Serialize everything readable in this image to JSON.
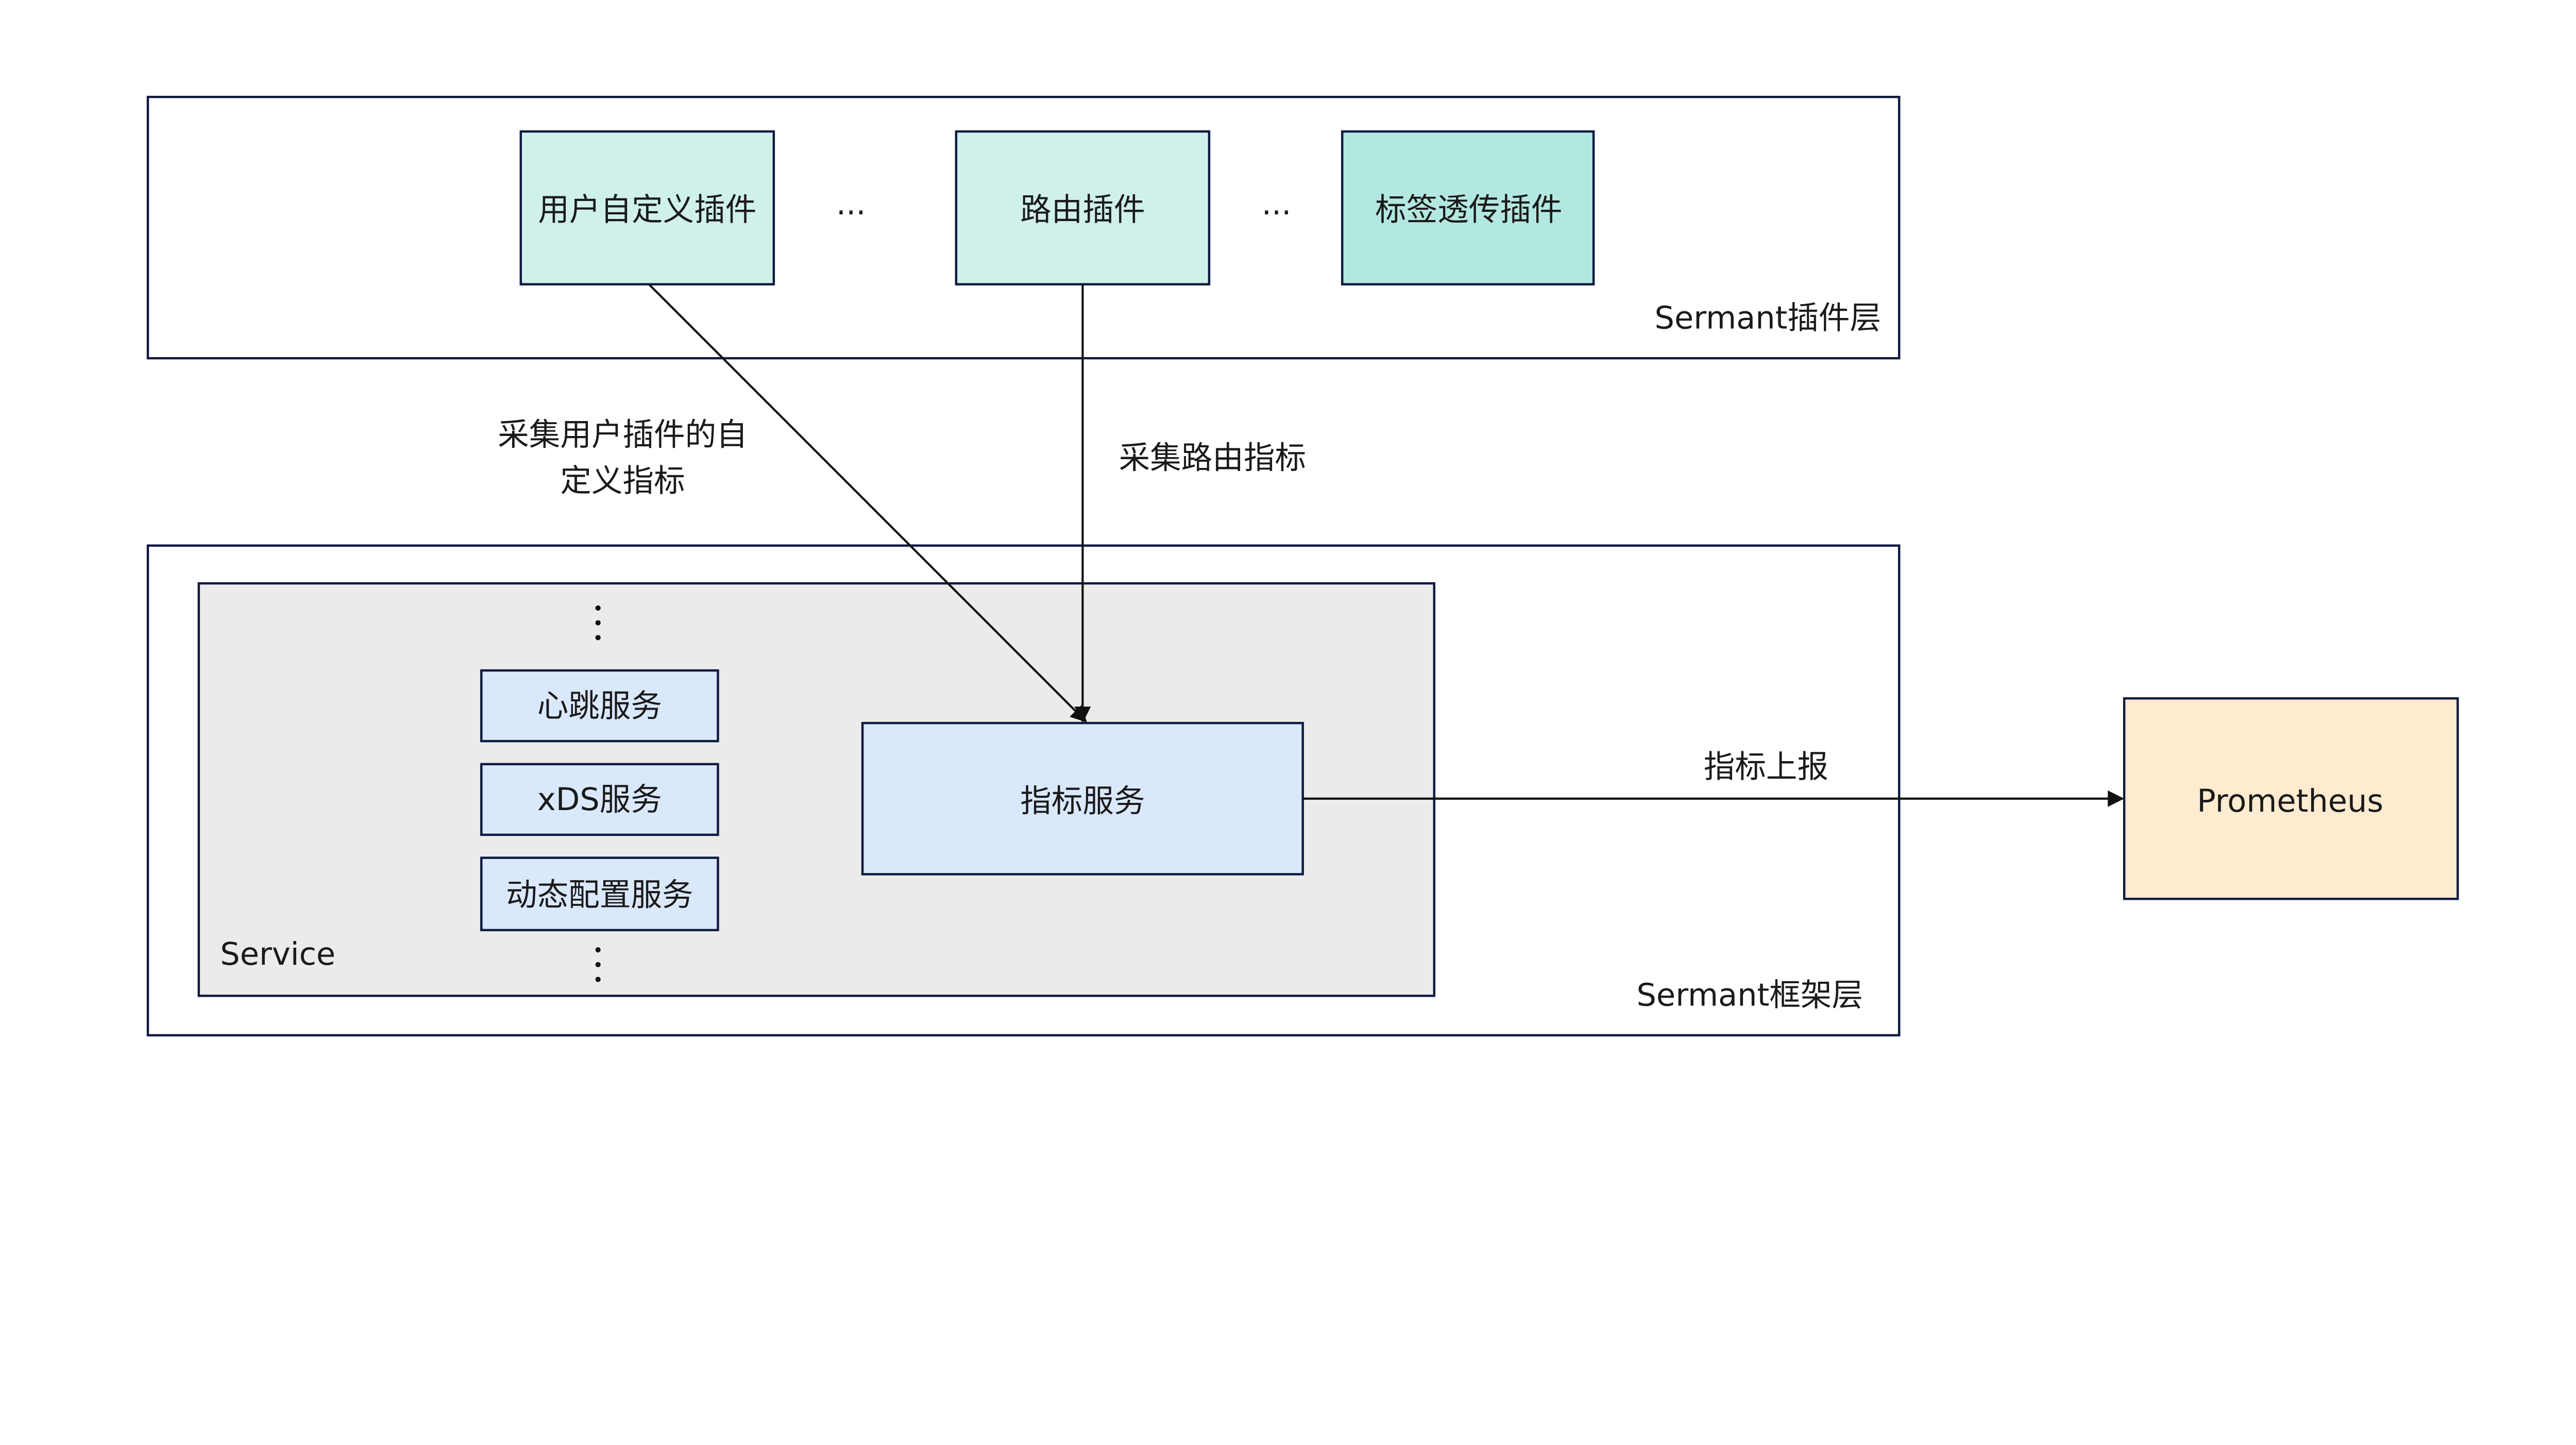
{
  "plugin_layer": {
    "label": "Sermant插件层",
    "plugins": [
      {
        "label": "用户自定义插件",
        "color": "#d0f0ea"
      },
      {
        "label": "路由插件",
        "color": "#d0f0ea"
      },
      {
        "label": "标签透传插件",
        "color": "#b3e8e0"
      }
    ],
    "ellipsis": "···"
  },
  "edges": {
    "custom_metrics_line1": "采集用户插件的自",
    "custom_metrics_line2": "定义指标",
    "route_metrics": "采集路由指标",
    "report": "指标上报"
  },
  "framework_layer": {
    "label": "Sermant框架层",
    "service": {
      "label": "Service",
      "color": "#ebebeb",
      "items": [
        "心跳服务",
        "xDS服务",
        "动态配置服务"
      ],
      "metrics_service": "指标服务",
      "item_color": "#dae8fc"
    }
  },
  "prometheus": {
    "label": "Prometheus",
    "color": "#ffebd0"
  }
}
